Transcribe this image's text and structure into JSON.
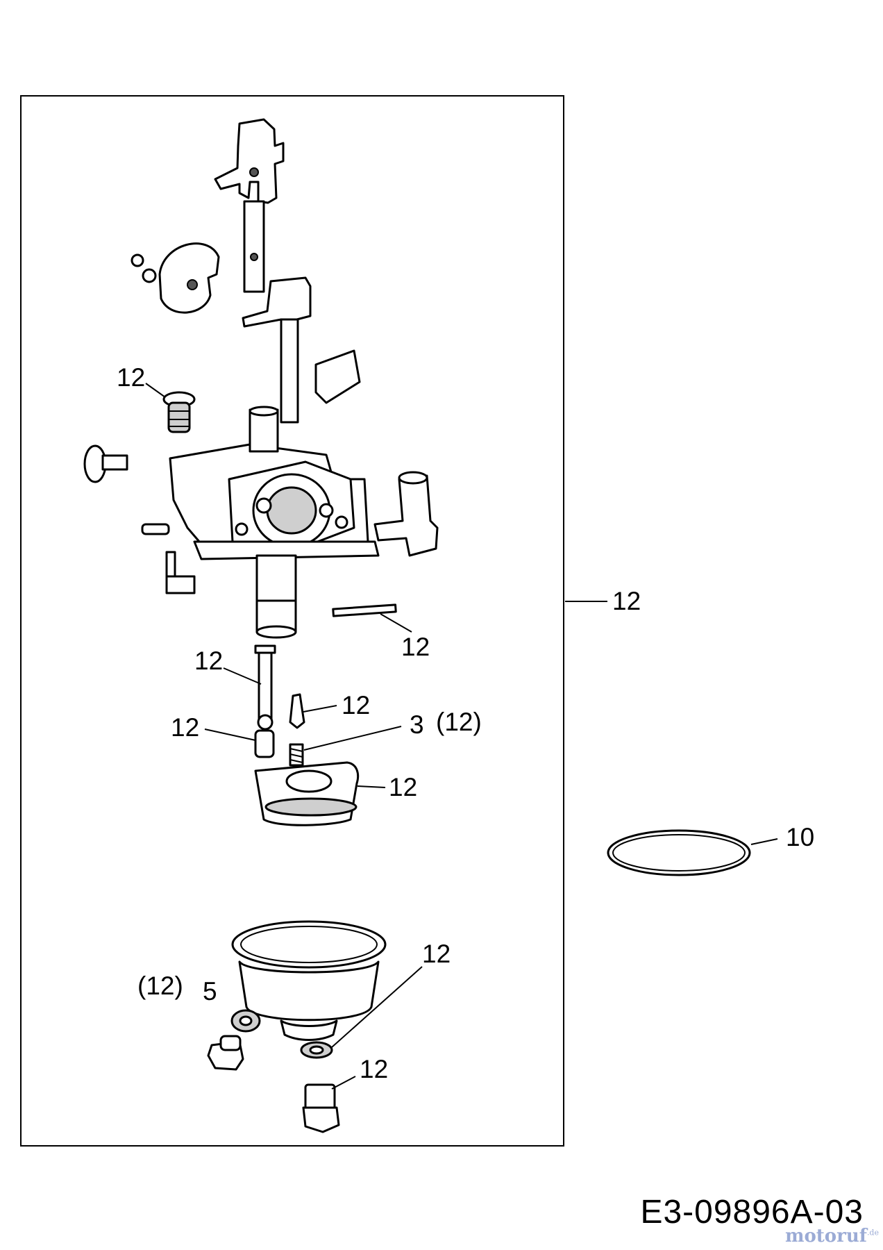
{
  "callouts": {
    "frame_ref": "12",
    "throttle_adj_screw": "12",
    "pin": "12",
    "main_jet_tube": "12",
    "float_needle": "12",
    "jet": "12",
    "spring": "3",
    "spring_group": "(12)",
    "float": "12",
    "gasket": "10",
    "drain_washer": "12",
    "washer_group": "(12)",
    "washer": "5",
    "drain_bolt": "12"
  },
  "diagram_code": "E3-09896A-03",
  "watermark": {
    "text": "motoruf",
    "suffix": ".de"
  }
}
